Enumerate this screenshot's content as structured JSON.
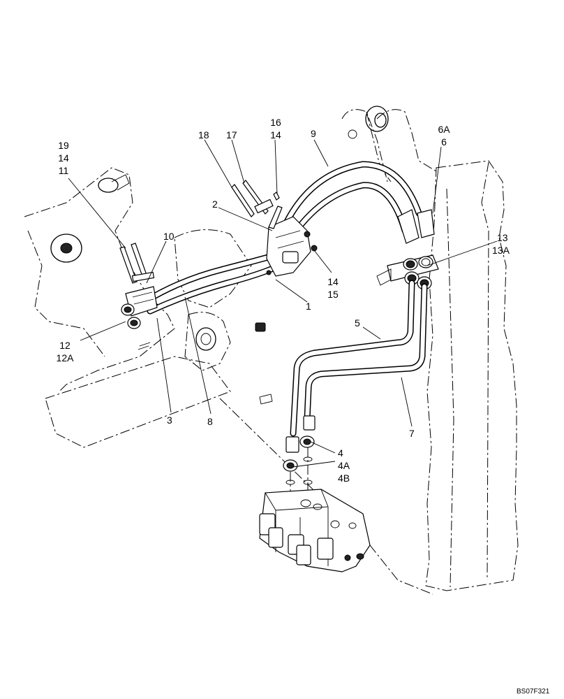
{
  "callouts": {
    "c19": "19",
    "c14a": "14",
    "c11": "11",
    "c10": "10",
    "c12": "12",
    "c12a": "12A",
    "c3": "3",
    "c8": "8",
    "c18": "18",
    "c17": "17",
    "c16": "16",
    "c14b": "14",
    "c9": "9",
    "c2": "2",
    "c14c": "14",
    "c15": "15",
    "c1": "1",
    "c6a": "6A",
    "c6": "6",
    "c13": "13",
    "c13a": "13A",
    "c5": "5",
    "c7": "7",
    "c4": "4",
    "c4a": "4A",
    "c4b": "4B"
  },
  "drawing_code": "BS07F321"
}
